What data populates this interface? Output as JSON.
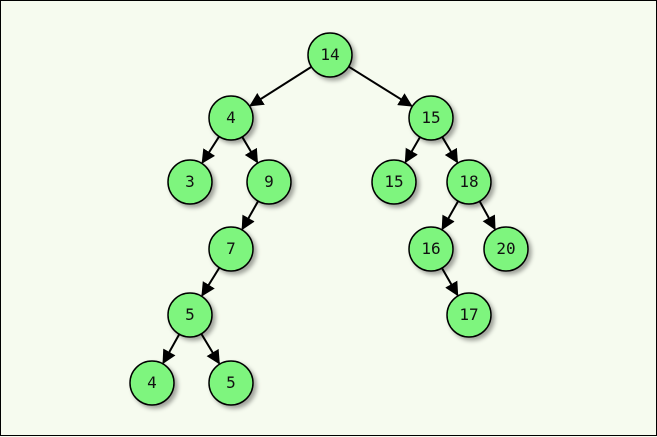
{
  "colors": {
    "background": "#f6fbef",
    "node_fill": "#7ef57e",
    "node_stroke": "#000000",
    "edge": "#000000"
  },
  "tree": {
    "nodes": [
      {
        "id": "n14",
        "label": "14"
      },
      {
        "id": "n4",
        "label": "4"
      },
      {
        "id": "n15a",
        "label": "15"
      },
      {
        "id": "n3",
        "label": "3"
      },
      {
        "id": "n9",
        "label": "9"
      },
      {
        "id": "n15b",
        "label": "15"
      },
      {
        "id": "n18",
        "label": "18"
      },
      {
        "id": "n7",
        "label": "7"
      },
      {
        "id": "n16",
        "label": "16"
      },
      {
        "id": "n20",
        "label": "20"
      },
      {
        "id": "n5a",
        "label": "5"
      },
      {
        "id": "n17",
        "label": "17"
      },
      {
        "id": "n4b",
        "label": "4"
      },
      {
        "id": "n5b",
        "label": "5"
      }
    ],
    "edges": [
      [
        "n14",
        "n4"
      ],
      [
        "n14",
        "n15a"
      ],
      [
        "n4",
        "n3"
      ],
      [
        "n4",
        "n9"
      ],
      [
        "n15a",
        "n15b"
      ],
      [
        "n15a",
        "n18"
      ],
      [
        "n9",
        "n7"
      ],
      [
        "n18",
        "n16"
      ],
      [
        "n18",
        "n20"
      ],
      [
        "n7",
        "n5a"
      ],
      [
        "n16",
        "n17"
      ],
      [
        "n5a",
        "n4b"
      ],
      [
        "n5a",
        "n5b"
      ]
    ]
  }
}
